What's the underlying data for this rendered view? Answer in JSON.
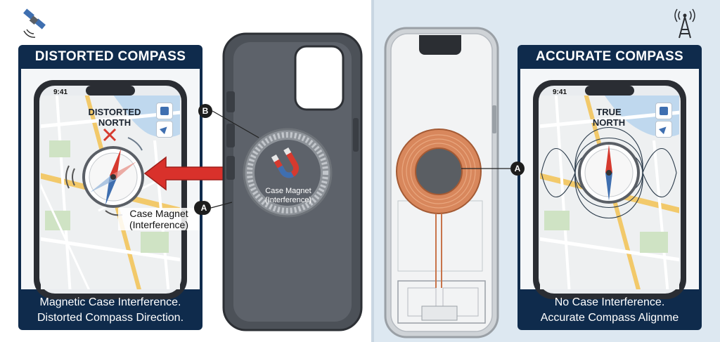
{
  "distorted_panel": {
    "title": "DISTORTED COMPASS",
    "status_time": "9:41",
    "map_label": "DISTORTED\nNORTH",
    "callout": "Case Magnet\n(Interference)",
    "marker": "A",
    "caption_line1": "Magnetic Case Interference.",
    "caption_line2": "Distorted Compass Direction."
  },
  "case_illustration": {
    "magnet_label": "Case Magnet\n(Interference)",
    "marker_a": "A",
    "marker_b": "B"
  },
  "phone_internals": {
    "marker": "A"
  },
  "accurate_panel": {
    "title": "ACCURATE COMPASS",
    "status_time": "9:41",
    "map_label": "TRUE\nNORTH",
    "caption_line1": "No Case Interference.",
    "caption_line2": "Accurate Compass Alignme"
  },
  "icons": {
    "left_corner": "satellite-icon",
    "right_corner": "cell-tower-icon"
  },
  "colors": {
    "panel_navy": "#0f2b4c",
    "right_background": "#dde8f1",
    "arrow_red": "#d9312b",
    "copper": "#c8744a",
    "compass_red": "#d63a2f",
    "compass_blue": "#3f6fb0"
  }
}
